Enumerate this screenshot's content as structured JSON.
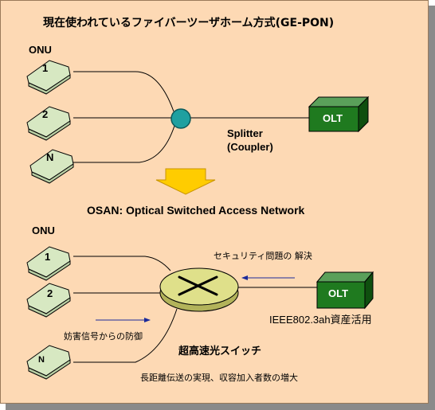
{
  "title": "現在使われているファイバーツーザホーム方式(GE-PON)",
  "top": {
    "onu_heading": "ONU",
    "onus": [
      "1",
      "2",
      "N"
    ],
    "olt_label": "OLT",
    "splitter_line1": "Splitter",
    "splitter_line2": "(Coupler)"
  },
  "osan_title": "OSAN:  Optical Switched Access Network",
  "bottom": {
    "onu_heading": "ONU",
    "onus": [
      "1",
      "2",
      "N"
    ],
    "olt_label": "OLT",
    "security_label": "セキュリティ問題の 解決",
    "ieee_label": "IEEE802.3ah資産活用",
    "defense_label": "妨害信号からの防御",
    "switch_label": "超高速光スイッチ",
    "benefit_label": "長距離伝送の実現、収容加入者数の増大"
  },
  "colors": {
    "background": "#fdd9b4",
    "olt_fill": "#1f7a1f",
    "splitter_fill": "#1fa0a0",
    "onu_fill": "#d7e8c2",
    "switch_fill": "#dfe08a",
    "arrow_fill": "#ffcc00",
    "signal_arrow": "#1a2a9a"
  }
}
